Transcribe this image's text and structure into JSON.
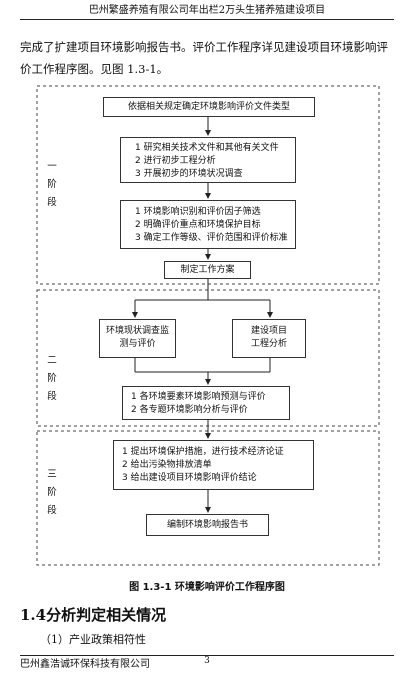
{
  "header": {
    "title": "巴州繁盛养殖有限公司年出栏2万头生猪养殖建设项目"
  },
  "intro": {
    "text": "完成了扩建项目环境影响报告书。评价工作程序详见建设项目环境影响评价工作程序图。见图 1.3-1。"
  },
  "flowchart": {
    "stages": {
      "stage1": [
        "一",
        "阶",
        "段"
      ],
      "stage2": [
        "二",
        "阶",
        "段"
      ],
      "stage3": [
        "三",
        "阶",
        "段"
      ]
    },
    "boxes": {
      "determine_type": [
        "依据相关规定确定环境影响评价文件类型"
      ],
      "research": [
        "1 研究相关技术文件和其他有关文件",
        "2 进行初步工程分析",
        "3 开展初步的环境状况调查"
      ],
      "identify": [
        "1 环境影响识别和评价因子筛选",
        "2 明确评价重点和环境保护目标",
        "3 确定工作等级、评价范围和评价标准"
      ],
      "plan": [
        "制定工作方案"
      ],
      "survey": [
        "环境现状调查监",
        "测与评价"
      ],
      "engineering": [
        "建设项目",
        "工程分析"
      ],
      "predict": [
        "1 各环境要素环境影响预测与评价",
        "2 各专题环境影响分析与评价"
      ],
      "measures": [
        "1 提出环境保护措施，进行技术经济论证",
        "2 给出污染物排放清单",
        "3 给出建设项目环境影响评价结论"
      ],
      "report": [
        "编制环境影响报告书"
      ]
    }
  },
  "caption": "图 1.3-1  环境影响评价工作程序图",
  "section": {
    "heading": "1.4分析判定相关情况",
    "item1": "（1）产业政策相符性"
  },
  "footer": {
    "company": "巴州鑫浩诚环保科技有限公司",
    "page": "3"
  }
}
